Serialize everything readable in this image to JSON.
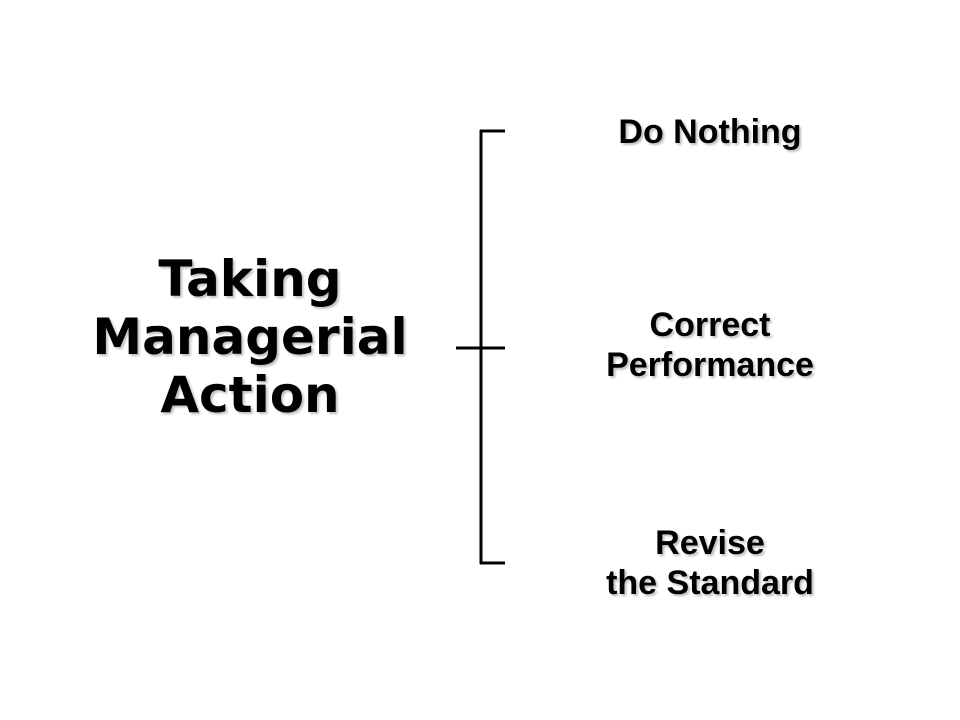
{
  "diagram": {
    "root": {
      "lines": [
        "Taking",
        "Managerial",
        "Action"
      ]
    },
    "options": [
      {
        "lines": [
          "Do Nothing"
        ]
      },
      {
        "lines": [
          "Correct",
          "Performance"
        ]
      },
      {
        "lines": [
          "Revise",
          "the Standard"
        ]
      }
    ],
    "colors": {
      "text": "#000000",
      "line": "#000000",
      "background": "#ffffff"
    }
  }
}
